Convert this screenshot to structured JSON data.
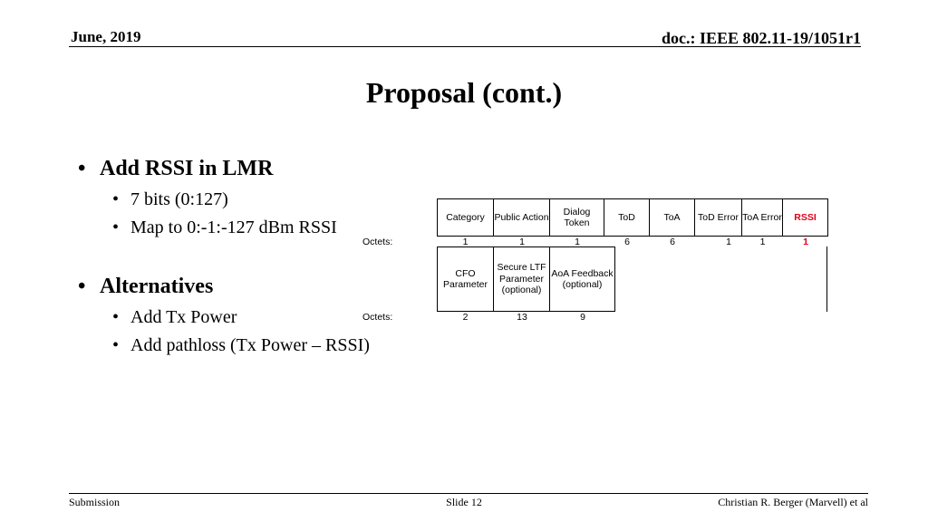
{
  "header": {
    "date": "June, 2019",
    "doc": "doc.: IEEE 802.11-19/1051r1"
  },
  "title": "Proposal (cont.)",
  "bullets": {
    "b1": "Add RSSI in LMR",
    "b1_sub1": "7 bits (0:127)",
    "b1_sub2": "Map to 0:-1:-127 dBm RSSI",
    "b2": "Alternatives",
    "b2_sub1": "Add Tx Power",
    "b2_sub2": "Add pathloss (Tx Power – RSSI)"
  },
  "table1": {
    "octets_label": "Octets:",
    "headers": [
      "Category",
      "Public Action",
      "Dialog Token",
      "ToD",
      "ToA",
      "ToD Error",
      "ToA Error",
      "RSSI"
    ],
    "sizes": [
      "1",
      "1",
      "1",
      "6",
      "6",
      "1",
      "1",
      "1"
    ]
  },
  "table2": {
    "octets_label": "Octets:",
    "headers": [
      "CFO Parameter",
      "Secure LTF Parameter (optional)",
      "AoA Feedback (optional)"
    ],
    "sizes": [
      "2",
      "13",
      "9"
    ]
  },
  "footer": {
    "left": "Submission",
    "center": "Slide 12",
    "right": "Christian R. Berger (Marvell) et al"
  },
  "colors": {
    "rssi_highlight": "#e0001a"
  }
}
